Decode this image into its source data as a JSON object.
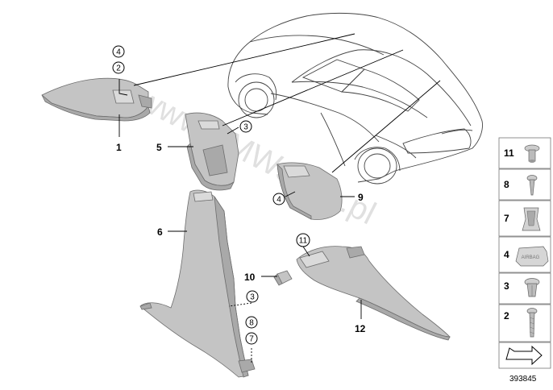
{
  "callouts": {
    "n1": "1",
    "n5": "5",
    "n6": "6",
    "n9": "9",
    "n10": "10",
    "n12": "12",
    "c4a": "4",
    "c2": "2",
    "c3a": "3",
    "c4b": "4",
    "c11": "11",
    "c3b": "3",
    "c8": "8",
    "c7": "7"
  },
  "legend": {
    "items": [
      {
        "label": "11",
        "icon": "push-rivet-icon"
      },
      {
        "label": "8",
        "icon": "screw-icon"
      },
      {
        "label": "7",
        "icon": "clip-icon"
      },
      {
        "label": "4",
        "icon": "airbag-badge-icon"
      },
      {
        "label": "3",
        "icon": "expanding-rivet-icon"
      },
      {
        "label": "2",
        "icon": "bolt-icon"
      }
    ]
  },
  "watermark": "www.BMWstore.pl",
  "ref_number": "393845",
  "legend_badge_text": "AIRBAG"
}
